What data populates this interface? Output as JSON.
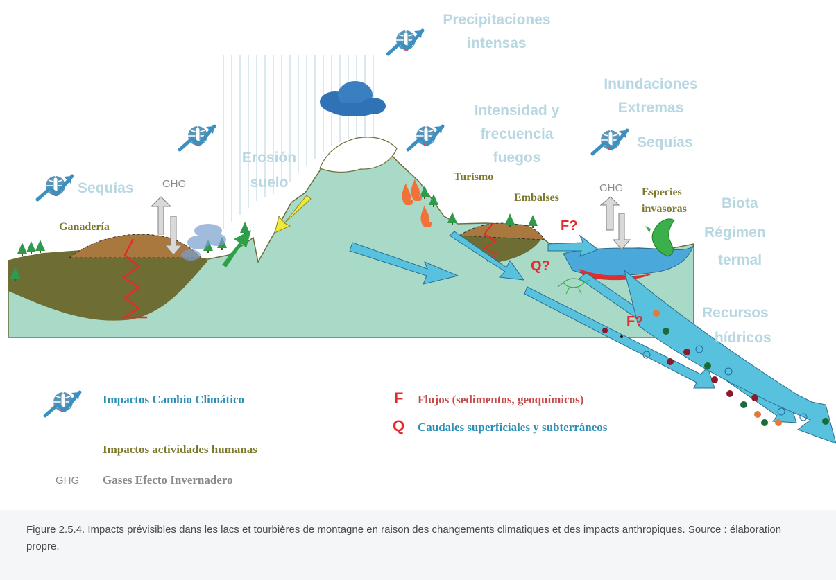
{
  "diagram": {
    "labels": {
      "precipitaciones_1": "Precipitaciones",
      "precipitaciones_2": "intensas",
      "inundaciones_1": "Inundaciones",
      "inundaciones_2": "Extremas",
      "intensidad_1": "Intensidad y",
      "intensidad_2": "frecuencia",
      "intensidad_3": "fuegos",
      "sequias_right": "Sequías",
      "sequias_left": "Sequías",
      "erosion_1": "Erosión",
      "erosion_2": "suelo",
      "biota": "Biota",
      "regimen_1": "Régimen",
      "regimen_2": "termal",
      "recursos_1": "Recursos",
      "recursos_2": "hídricos",
      "ghg_left": "GHG",
      "ghg_right": "GHG",
      "ganaderia": "Ganadería",
      "turismo": "Turismo",
      "embalses": "Embalses",
      "especies_1": "Especies",
      "especies_2": "invasoras",
      "f_upper": "F?",
      "f_lower": "F?",
      "q_mark": "Q?"
    },
    "legend": {
      "cc": "Impactos Cambio Climático",
      "human": "Impactos actividades humanas",
      "ghg_abbr": "GHG",
      "ghg_text": "Gases Efecto Invernadero",
      "f_letter": "F",
      "f_text": "Flujos (sedimentos, geoquímicos)",
      "q_letter": "Q",
      "q_text": "Caudales superficiales y subterráneos"
    },
    "colors": {
      "ground": "#a8dac7",
      "soil": "#6e6e34",
      "dirt": "#a8783e",
      "water_arrow": "#58c1dd",
      "cc_label": "#b7d7e2",
      "human_label": "#7d7a2e",
      "red": "#e32c2c"
    }
  },
  "caption": "Figure 2.5.4. Impacts prévisibles dans les lacs et tourbières de montagne en raison des changements climatiques et des impacts anthropiques. Source : élaboration propre."
}
